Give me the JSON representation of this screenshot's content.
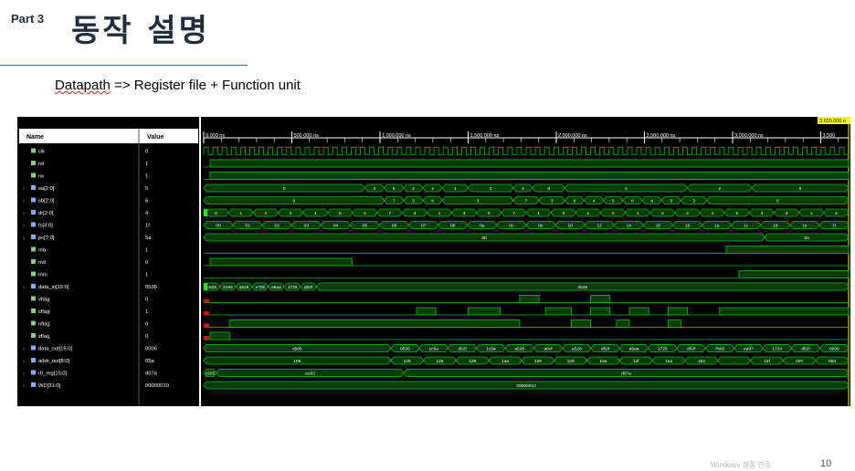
{
  "slide": {
    "part_label": "Part 3",
    "title": "동작 설명",
    "subtitle_word": "Datapath",
    "subtitle_rest": " => Register file + Function unit",
    "footer_note": "Windows 정품 인증",
    "page_number": "10"
  },
  "waveform": {
    "header": {
      "name": "Name",
      "value": "Value"
    },
    "cursor_label": "3,620.000 n",
    "time_markers": [
      "0.000 ns",
      "500.000 ns",
      "1,000.000 ns",
      "1,500.000 ns",
      "2,000.000 ns",
      "2,500.000 ns",
      "3,000.000 ns",
      "3,500"
    ],
    "signals": [
      {
        "name": "clk",
        "value": "0",
        "bus": false,
        "kind": "clock"
      },
      {
        "name": "rst",
        "value": "1",
        "bus": false,
        "kind": "bit",
        "level": "high"
      },
      {
        "name": "rw",
        "value": "1",
        "bus": false,
        "kind": "bit",
        "level": "high"
      },
      {
        "name": "sa[2:0]",
        "value": "5",
        "bus": true,
        "kind": "bus",
        "segments": [
          "0",
          "2",
          "5",
          "2",
          "4",
          "1",
          "2",
          "4",
          "6",
          "4",
          "2",
          "5"
        ]
      },
      {
        "name": "sb[2:0]",
        "value": "6",
        "bus": true,
        "kind": "bus",
        "segments": [
          "0",
          "7",
          "3",
          "6",
          "3",
          "7",
          "3",
          "6",
          "4",
          "5",
          "6",
          "4",
          "5",
          "3",
          "6"
        ]
      },
      {
        "name": "dr[2:0]",
        "value": "4",
        "bus": true,
        "kind": "bus",
        "segments": [
          "0",
          "1",
          "2",
          "3",
          "4",
          "5",
          "6",
          "7",
          "3",
          "1",
          "3",
          "0",
          "7",
          "1",
          "3",
          "1",
          "2",
          "1",
          "2",
          "3",
          "4",
          "5",
          "3",
          "4",
          "1",
          "4"
        ]
      },
      {
        "name": "fs[4:0]",
        "value": "1f",
        "bus": true,
        "kind": "bus",
        "segments": [
          "00",
          "01",
          "02",
          "03",
          "04",
          "05",
          "06",
          "07",
          "08",
          "0a",
          "0c",
          "0e",
          "10",
          "12",
          "14",
          "16",
          "18",
          "1a",
          "1c",
          "1d",
          "1e",
          "1f"
        ]
      },
      {
        "name": "pc[7:0]",
        "value": "5a",
        "bus": true,
        "kind": "bus",
        "segments": [
          "00",
          "5a"
        ]
      },
      {
        "name": "mb",
        "value": "1",
        "bus": false,
        "kind": "bit",
        "level": "late-high"
      },
      {
        "name": "md",
        "value": "0",
        "bus": false,
        "kind": "bit",
        "level": "early-high"
      },
      {
        "name": "mm",
        "value": "1",
        "bus": false,
        "kind": "bit",
        "level": "late-high"
      },
      {
        "name": "data_in[15:0]",
        "value": "0535",
        "bus": true,
        "kind": "bus",
        "segments": [
          "c505",
          "9166",
          "a528",
          "e705",
          "a5aa",
          "1725",
          "d52f",
          "0535"
        ]
      },
      {
        "name": "vflag",
        "value": "0",
        "bus": false,
        "kind": "bit",
        "level": "pulses"
      },
      {
        "name": "cflag",
        "value": "1",
        "bus": false,
        "kind": "bit",
        "level": "pulses"
      },
      {
        "name": "nflag",
        "value": "0",
        "bus": false,
        "kind": "bit",
        "level": "pulses"
      },
      {
        "name": "zflag",
        "value": "0",
        "bus": false,
        "kind": "bit",
        "level": "pulses"
      },
      {
        "name": "data_out[15:0]",
        "value": "0006",
        "bus": true,
        "kind": "bus",
        "segments": [
          "c505",
          "0535",
          "1c5a",
          "d52f",
          "1c5a",
          "a528",
          "a0cf",
          "a528",
          "d52f",
          "a5aa",
          "1725",
          "d52f",
          "7b92",
          "ea97",
          "1724",
          "d52f",
          "0006"
        ]
      },
      {
        "name": "addr_out[8:0]",
        "value": "05a",
        "bus": true,
        "kind": "bus",
        "segments": [
          "105",
          "128",
          "125",
          "128",
          "1aa",
          "129",
          "128",
          "1aa",
          "12f",
          "1aa",
          "192",
          "..",
          "12f",
          "097",
          "05a"
        ]
      },
      {
        "name": "r0_reg[15:0]",
        "value": "d07a",
        "bus": true,
        "kind": "bus",
        "segments": [
          "c505",
          "a183",
          "d07a"
        ]
      },
      {
        "name": "WD[31:0]",
        "value": "00000010",
        "bus": true,
        "kind": "bus",
        "segments": [
          "00000010"
        ]
      }
    ]
  },
  "colors": {
    "wave_green": "#00c000",
    "bus_fill": "#003c00",
    "title_color": "#1f2d3d",
    "accent_rule": "#3a6aa8",
    "panel_bg": "#000000",
    "cursor_label_bg": "#ffff00",
    "unknown_red": "#d01010"
  }
}
